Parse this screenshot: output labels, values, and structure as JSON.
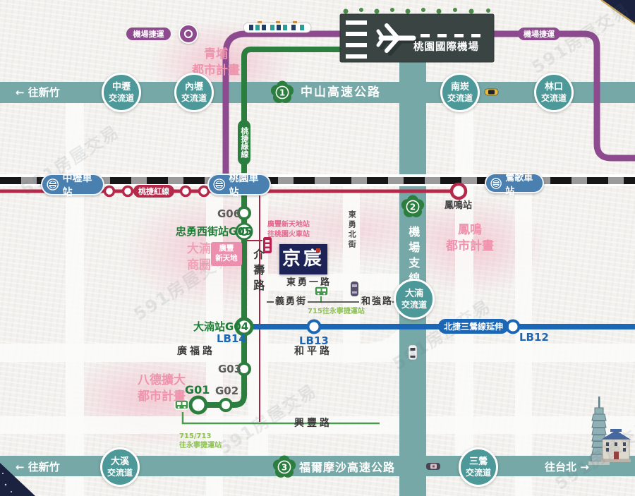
{
  "watermark": "591房屋交易",
  "airport": {
    "name": "桃園國際機場"
  },
  "airport_mrt": {
    "label_left": "機場捷運",
    "label_right": "機場捷運"
  },
  "highways": {
    "h1": {
      "num": "1",
      "name": "中山高速公路",
      "to_left": "← 往新竹",
      "interchanges": [
        {
          "name": "中壢",
          "suffix": "交流道"
        },
        {
          "name": "內壢",
          "suffix": "交流道"
        },
        {
          "name": "南崁",
          "suffix": "交流道"
        },
        {
          "name": "林口",
          "suffix": "交流道"
        }
      ]
    },
    "h2": {
      "num": "2",
      "name": "機場支線",
      "interchange": {
        "name": "大湳",
        "suffix": "交流道"
      }
    },
    "h3": {
      "num": "3",
      "name": "福爾摩沙高速公路",
      "to_left": "← 往新竹",
      "to_right": "往台北 →",
      "interchanges": [
        {
          "name": "大溪",
          "suffix": "交流道"
        },
        {
          "name": "三鶯",
          "suffix": "交流道"
        }
      ]
    }
  },
  "railway": {
    "stations": [
      {
        "name": "中壢車站"
      },
      {
        "name": "桃園車站"
      },
      {
        "name": "鶯歌車站"
      }
    ]
  },
  "red_line": {
    "label": "桃捷紅線",
    "terminus": "鳳鳴站"
  },
  "green_line": {
    "label": "桃捷綠線",
    "g06": "G06",
    "g05": "忠勇西街站G05",
    "g04": "大湳站G04",
    "g03": "G03",
    "g02": "G02",
    "g01": "G01"
  },
  "blue_line": {
    "label": "北捷三鶯線延伸",
    "lb14": "LB14",
    "lb13": "LB13",
    "lb12": "LB12"
  },
  "roads": {
    "jieshou": "介壽路",
    "dongyong_1st": "東勇一路",
    "dongyong_north": "東勇北街",
    "yiyong": "義勇街",
    "heqiang": "和強路",
    "guangfu": "廣福路",
    "heping": "和平路",
    "xingfeng": "興豐路"
  },
  "areas": {
    "qingpu_line1": "青埔",
    "qingpu_line2": "都市計畫",
    "fengming_line1": "鳳鳴",
    "fengming_line2": "都市計畫",
    "bade_line1": "八德擴大",
    "bade_line2": "都市計畫",
    "danan_line1": "大湳",
    "danan_line2": "商圈"
  },
  "pois": {
    "guangfeng_line1": "廣豐",
    "guangfeng_line2": "新天地",
    "guangfeng_station_line1": "廣豐新天地站",
    "guangfeng_station_line2": "往桃園火車站",
    "project_name": "京宸"
  },
  "bus": {
    "route_center": "715往永寧捷運站",
    "route_south_line1": "715/713",
    "route_south_line2": "往永寧捷運站"
  },
  "colors": {
    "highway_teal": "#4d9898",
    "mrt_purple": "#8e4a8e",
    "mrt_green": "#2b7e3e",
    "mrt_red": "#b5294a",
    "mrt_blue": "#1b66b5",
    "plan_pink": "#ef93ad",
    "navy": "#1d2257"
  }
}
